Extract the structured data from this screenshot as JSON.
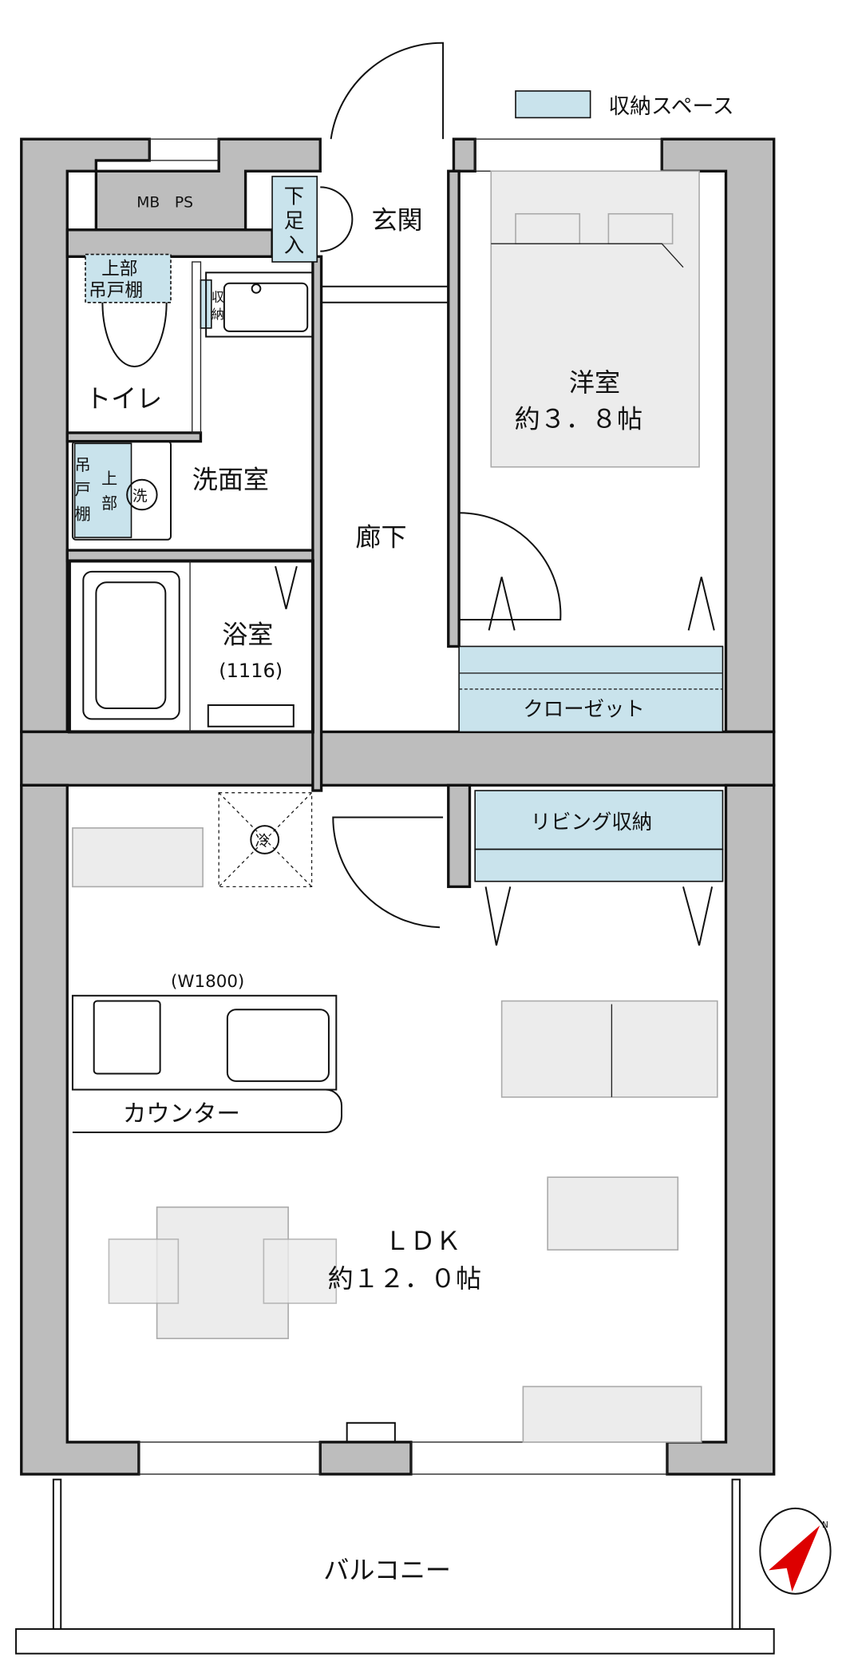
{
  "legend": {
    "label": "収納スペース",
    "color": "#c9e3ec"
  },
  "rooms": {
    "mb_ps": "MB　PS",
    "getabako": [
      "下",
      "足",
      "入"
    ],
    "genkan": "玄関",
    "toilet": "トイレ",
    "toilet_storage": [
      "上部",
      "吊戸棚"
    ],
    "sink_storage": [
      "収",
      "納"
    ],
    "senmenshitsu": "洗面室",
    "washer_storage": [
      "吊",
      "戸",
      "棚",
      "上",
      "部"
    ],
    "washer_mark": "洗",
    "bath": "浴室",
    "bath_size": "(1116)",
    "corridor": "廊下",
    "western_room": "洋室",
    "western_room_size": "約３．８帖",
    "closet": "クローゼット",
    "living_storage": "リビング収納",
    "fridge_mark": "冷",
    "kitchen_width": "(W1800)",
    "counter": "カウンター",
    "ldk": "ＬＤＫ",
    "ldk_size": "約１２．０帖",
    "balcony": "バルコニー",
    "compass_letter": "N"
  },
  "colors": {
    "wall": "#bdbdbd",
    "storage": "#c9e3ec",
    "compass": "#dd0000",
    "furniture": "#ececec"
  }
}
